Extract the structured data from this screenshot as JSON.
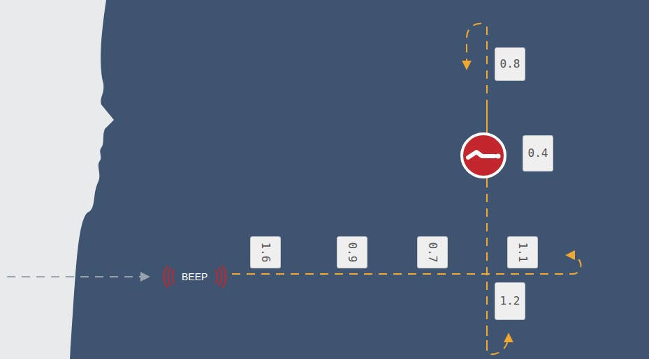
{
  "diagram": {
    "nodes": [
      {
        "text": [
          "0.8"
        ]
      },
      {
        "text": [
          "0.4"
        ]
      },
      {
        "text": [
          "1.6"
        ]
      },
      {
        "text": [
          "0.9"
        ]
      },
      {
        "text": [
          "0.7"
        ]
      },
      {
        "text": [
          "1.1"
        ]
      },
      {
        "text": [
          "1.2"
        ]
      }
    ],
    "labels": [
      "BEEP"
    ]
  }
}
